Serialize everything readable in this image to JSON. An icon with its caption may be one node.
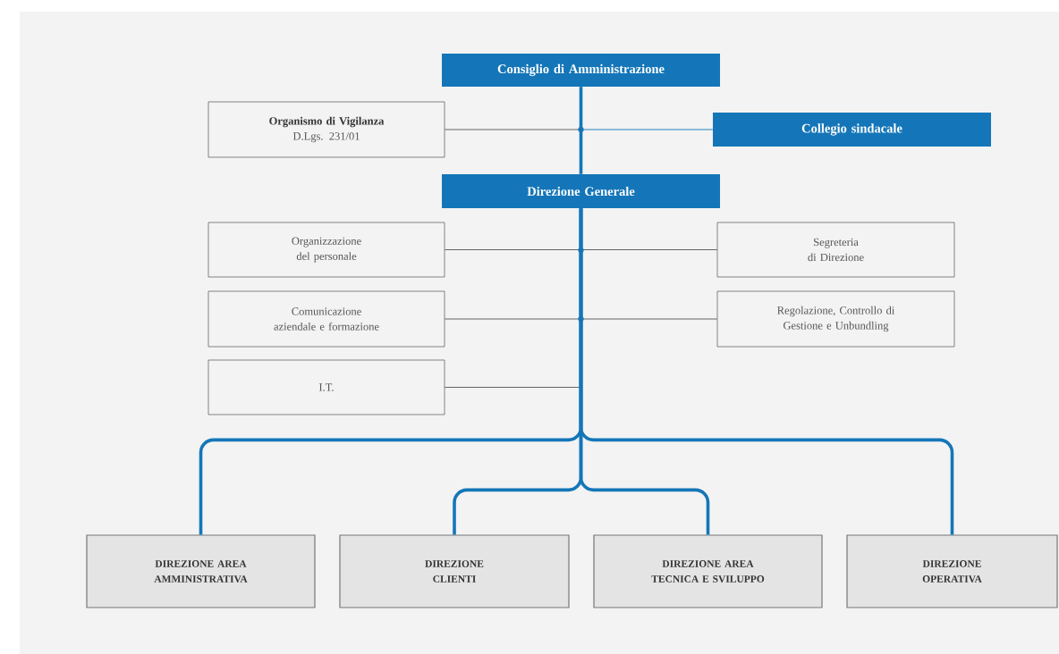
{
  "diagram": {
    "nodes": [
      {
        "text": [
          "Consiglio di Amministrazione"
        ]
      },
      {
        "text": [
          "Organismo di Vigilanza",
          "D.Lgs. 231/01"
        ]
      },
      {
        "text": [
          "Collegio sindacale"
        ]
      },
      {
        "text": [
          "Direzione Generale"
        ]
      },
      {
        "text": [
          "Organizzazione del personale"
        ]
      },
      {
        "text": [
          "Segreteria di Direzione"
        ]
      },
      {
        "text": [
          "Comunicazione aziendale e formazione"
        ]
      },
      {
        "text": [
          "Regolazione, Controllo di Gestione e Unbundling"
        ]
      },
      {
        "text": [
          "I.T."
        ]
      },
      {
        "text": [
          "DIREZIONE AREA AMMINISTRATIVA"
        ]
      },
      {
        "text": [
          "DIREZIONE CLIENTI"
        ]
      },
      {
        "text": [
          "DIREZIONE AREA TECNICA E SVILUPPO"
        ]
      },
      {
        "text": [
          "DIREZIONE OPERATIVA"
        ]
      }
    ],
    "edges": [
      {
        "from": 0,
        "to": 3,
        "arrow": "none",
        "style": "thick",
        "color": "#1476b8"
      },
      {
        "from": 0,
        "to": 1,
        "arrow": "none",
        "color": "#555555"
      },
      {
        "from": 0,
        "to": 2,
        "arrow": "none",
        "color": "#1476b8"
      },
      {
        "from": 3,
        "to": 4,
        "arrow": "none",
        "color": "#555555"
      },
      {
        "from": 3,
        "to": 5,
        "arrow": "none",
        "color": "#555555"
      },
      {
        "from": 3,
        "to": 6,
        "arrow": "none",
        "color": "#555555"
      },
      {
        "from": 3,
        "to": 7,
        "arrow": "none",
        "color": "#555555"
      },
      {
        "from": 3,
        "to": 8,
        "arrow": "none",
        "color": "#555555"
      },
      {
        "from": 3,
        "to": 9,
        "arrow": "none",
        "style": "thick",
        "color": "#1476b8"
      },
      {
        "from": 3,
        "to": 10,
        "arrow": "none",
        "style": "thick",
        "color": "#1476b8"
      },
      {
        "from": 3,
        "to": 11,
        "arrow": "none",
        "style": "thick",
        "color": "#1476b8"
      },
      {
        "from": 3,
        "to": 12,
        "arrow": "none",
        "style": "thick",
        "color": "#1476b8"
      }
    ]
  }
}
